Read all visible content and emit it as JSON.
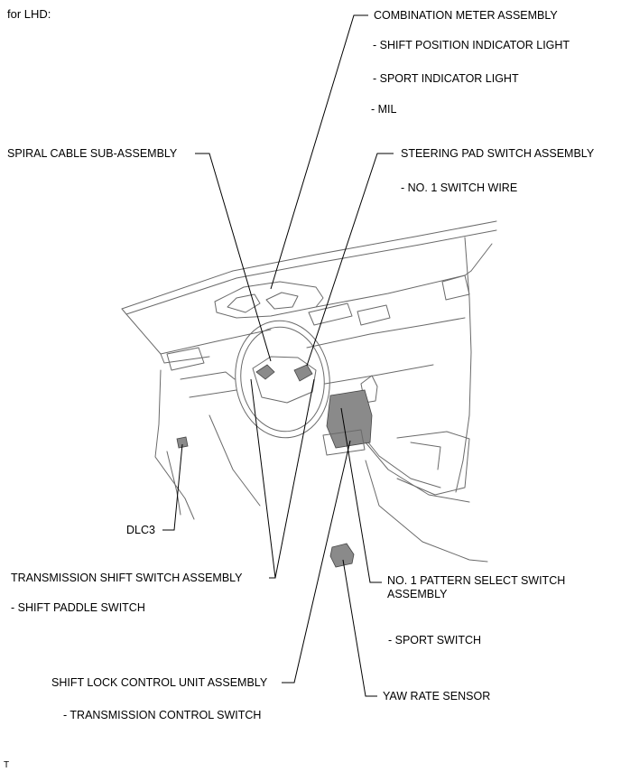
{
  "header": {
    "title": "for LHD:"
  },
  "footer": {
    "code": "T"
  },
  "labels": {
    "combination_meter": "COMBINATION METER ASSEMBLY",
    "shift_position_light": "- SHIFT POSITION INDICATOR LIGHT",
    "sport_light": "- SPORT INDICATOR LIGHT",
    "mil": "- MIL",
    "spiral_cable": "SPIRAL CABLE SUB-ASSEMBLY",
    "steering_pad": "STEERING PAD SWITCH ASSEMBLY",
    "switch_wire": "- NO. 1 SWITCH WIRE",
    "dlc3": "DLC3",
    "trans_shift_switch": "TRANSMISSION SHIFT SWITCH ASSEMBLY",
    "shift_paddle": "- SHIFT PADDLE SWITCH",
    "pattern_select": "NO. 1 PATTERN SELECT SWITCH ASSEMBLY",
    "sport_switch": "- SPORT SWITCH",
    "shift_lock": "SHIFT LOCK CONTROL UNIT ASSEMBLY",
    "trans_control": "- TRANSMISSION CONTROL SWITCH",
    "yaw_rate": "YAW RATE SENSOR"
  }
}
